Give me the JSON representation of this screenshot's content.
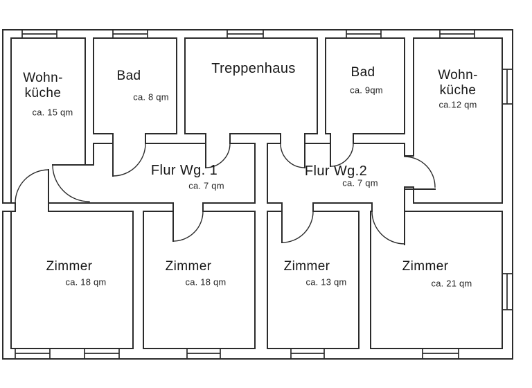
{
  "page": {
    "background": "#ffffff",
    "wall_line_color": "#2b2b2b",
    "text_color": "#161616"
  },
  "rooms": [
    {
      "id": "wohnkueche-1",
      "name_lines": [
        "Wohn-",
        "küche"
      ],
      "area": "ca. 15 qm"
    },
    {
      "id": "bad-1",
      "name_lines": [
        "Bad"
      ],
      "area": "ca. 8 qm"
    },
    {
      "id": "treppenhaus",
      "name_lines": [
        "Treppenhaus"
      ],
      "area": ""
    },
    {
      "id": "bad-2",
      "name_lines": [
        "Bad"
      ],
      "area": "ca. 9qm"
    },
    {
      "id": "wohnkueche-2",
      "name_lines": [
        "Wohn-",
        "küche"
      ],
      "area": "ca.12 qm"
    },
    {
      "id": "flur-wg-1",
      "name_lines": [
        "Flur Wg. 1"
      ],
      "area": "ca. 7 qm"
    },
    {
      "id": "flur-wg-2",
      "name_lines": [
        "Flur Wg.2"
      ],
      "area": "ca. 7 qm"
    },
    {
      "id": "zimmer-1",
      "name_lines": [
        "Zimmer"
      ],
      "area": "ca. 18 qm"
    },
    {
      "id": "zimmer-2",
      "name_lines": [
        "Zimmer"
      ],
      "area": "ca. 18 qm"
    },
    {
      "id": "zimmer-3",
      "name_lines": [
        "Zimmer"
      ],
      "area": "ca. 13 qm"
    },
    {
      "id": "zimmer-4",
      "name_lines": [
        "Zimmer"
      ],
      "area": "ca. 21 qm"
    }
  ]
}
